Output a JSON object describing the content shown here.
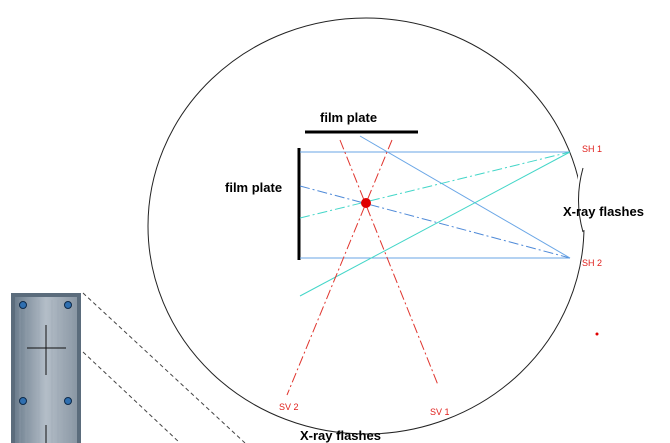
{
  "labels": {
    "film_plate_top": "film plate",
    "film_plate_left": "film plate",
    "xray_right": "X-ray flashes",
    "xray_bottom": "X-ray flashes",
    "sh1": "SH 1",
    "sh2": "SH 2",
    "sv1": "SV 1",
    "sv2": "SV 2"
  },
  "colors": {
    "circle": "#222222",
    "plate": "#000000",
    "horizontal_rays": "#6aa6e6",
    "cyan_rays": "#43d6c8",
    "vertical_rays": "#e0352e",
    "target_dot": "#e00000"
  }
}
